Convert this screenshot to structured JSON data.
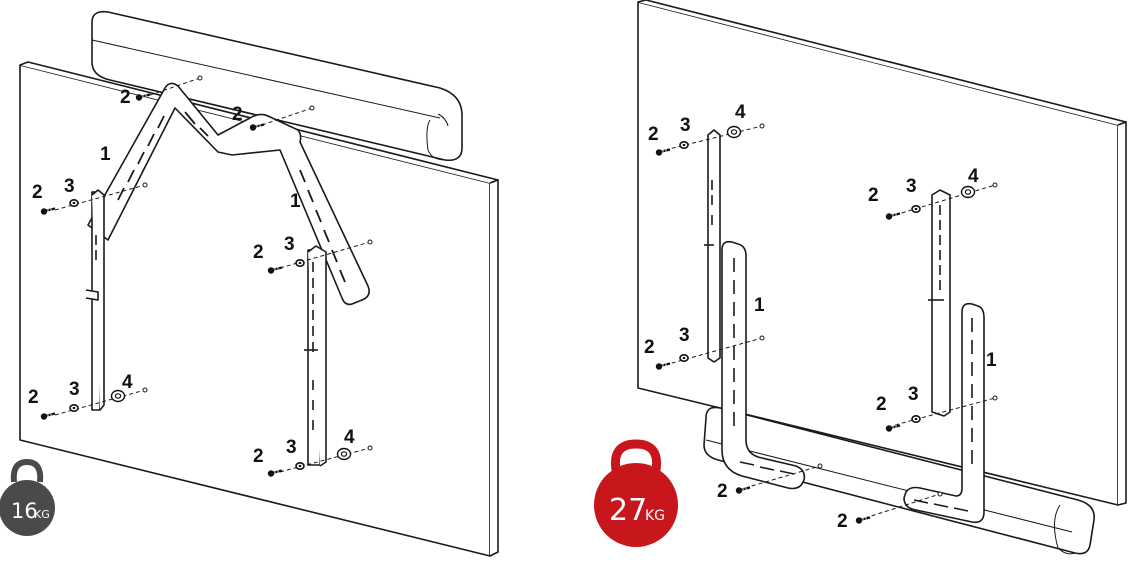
{
  "callouts": {
    "bracket": "1",
    "screw": "2",
    "washer": "3",
    "spacer": "4"
  },
  "weights": {
    "left": {
      "value": "16",
      "unit": "KG",
      "color": "#4a4a4a"
    },
    "right": {
      "value": "27",
      "unit": "KG",
      "color": "#c8161d"
    }
  },
  "colors": {
    "line": "#1a1a1a",
    "fill": "#ffffff"
  }
}
